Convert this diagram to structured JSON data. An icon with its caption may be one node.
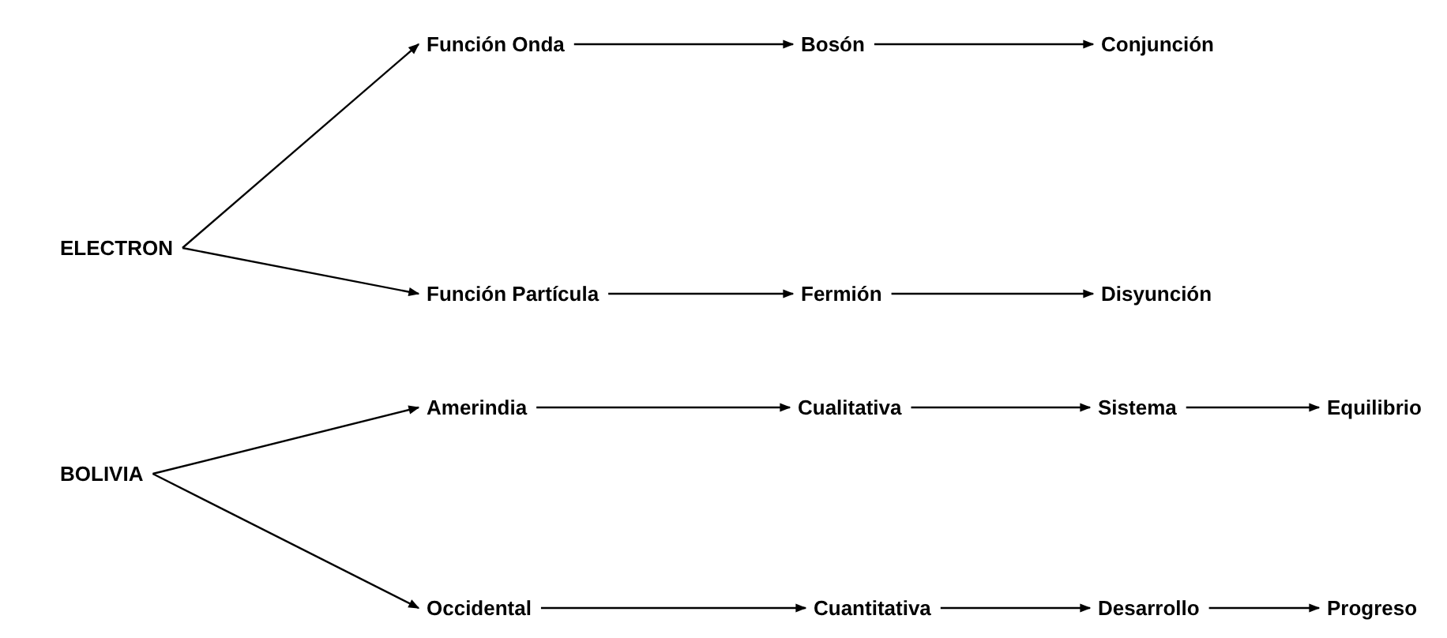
{
  "diagram": {
    "nodes": [
      {
        "text": [
          "ELECTRON"
        ]
      },
      {
        "text": [
          "Función Onda"
        ]
      },
      {
        "text": [
          "Bosón"
        ]
      },
      {
        "text": [
          "Conjunción"
        ]
      },
      {
        "text": [
          "Función Partícula"
        ]
      },
      {
        "text": [
          "Fermión"
        ]
      },
      {
        "text": [
          "Disyunción"
        ]
      },
      {
        "text": [
          "BOLIVIA"
        ]
      },
      {
        "text": [
          "Amerindia"
        ]
      },
      {
        "text": [
          "Cualitativa"
        ]
      },
      {
        "text": [
          "Sistema"
        ]
      },
      {
        "text": [
          "Equilibrio"
        ]
      },
      {
        "text": [
          "Occidental"
        ]
      },
      {
        "text": [
          "Cuantitativa"
        ]
      },
      {
        "text": [
          "Desarrollo"
        ]
      },
      {
        "text": [
          "Progreso"
        ]
      }
    ],
    "edges": [
      {
        "from": 0,
        "to": 1,
        "arrow": "to"
      },
      {
        "from": 0,
        "to": 4,
        "arrow": "to"
      },
      {
        "from": 1,
        "to": 2,
        "arrow": "to"
      },
      {
        "from": 2,
        "to": 3,
        "arrow": "to"
      },
      {
        "from": 4,
        "to": 5,
        "arrow": "to"
      },
      {
        "from": 5,
        "to": 6,
        "arrow": "to"
      },
      {
        "from": 7,
        "to": 8,
        "arrow": "to"
      },
      {
        "from": 7,
        "to": 12,
        "arrow": "to"
      },
      {
        "from": 8,
        "to": 9,
        "arrow": "to"
      },
      {
        "from": 9,
        "to": 10,
        "arrow": "to"
      },
      {
        "from": 10,
        "to": 11,
        "arrow": "to"
      },
      {
        "from": 12,
        "to": 13,
        "arrow": "to"
      },
      {
        "from": 13,
        "to": 14,
        "arrow": "to"
      },
      {
        "from": 14,
        "to": 15,
        "arrow": "to"
      }
    ]
  }
}
